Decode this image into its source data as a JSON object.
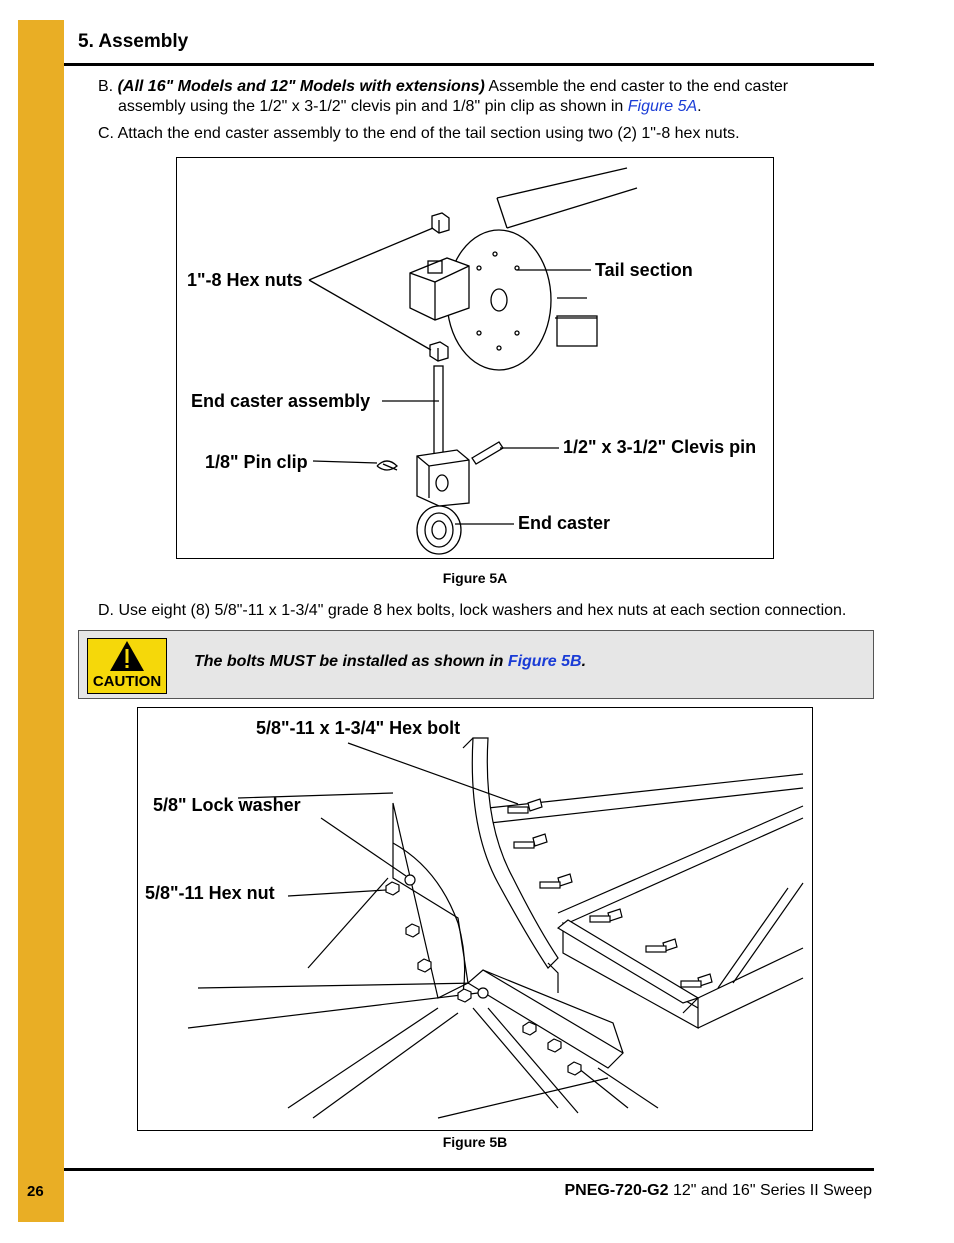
{
  "header": {
    "section_title": "5. Assembly"
  },
  "steps": {
    "b": {
      "letter": "B.",
      "emphasis": "(All 16\" Models and 12\" Models with extensions)",
      "text1": " Assemble the end caster to the end caster",
      "text2": "assembly using the 1/2\" x 3-1/2\" clevis pin and 1/8\" pin clip as shown in ",
      "link": "Figure 5A",
      "end": "."
    },
    "c": {
      "text": "C. Attach the end caster assembly to the end of the tail section using two (2) 1\"-8 hex nuts."
    },
    "d": {
      "text": "D. Use eight (8) 5/8\"-11 x 1-3/4\" grade 8 hex bolts, lock washers and hex nuts at each section connection."
    }
  },
  "figure_5a": {
    "caption": "Figure 5A",
    "labels": {
      "hex_nuts": "1\"-8 Hex nuts",
      "tail_section": "Tail section",
      "end_caster_assembly": "End caster assembly",
      "pin_clip": "1/8\" Pin clip",
      "clevis_pin": "1/2\" x 3-1/2\" Clevis pin",
      "end_caster": "End caster"
    }
  },
  "caution": {
    "sign_word": "CAUTION",
    "text": "The bolts MUST be installed as shown in ",
    "link": "Figure 5B",
    "end": "."
  },
  "figure_5b": {
    "caption": "Figure 5B",
    "labels": {
      "hex_bolt": "5/8\"-11 x 1-3/4\" Hex bolt",
      "lock_washer": "5/8\" Lock washer",
      "hex_nut": "5/8\"-11 Hex nut"
    }
  },
  "footer": {
    "page_number": "26",
    "doc_id": "PNEG-720-G2",
    "doc_title": " 12\" and 16\" Series II Sweep"
  }
}
